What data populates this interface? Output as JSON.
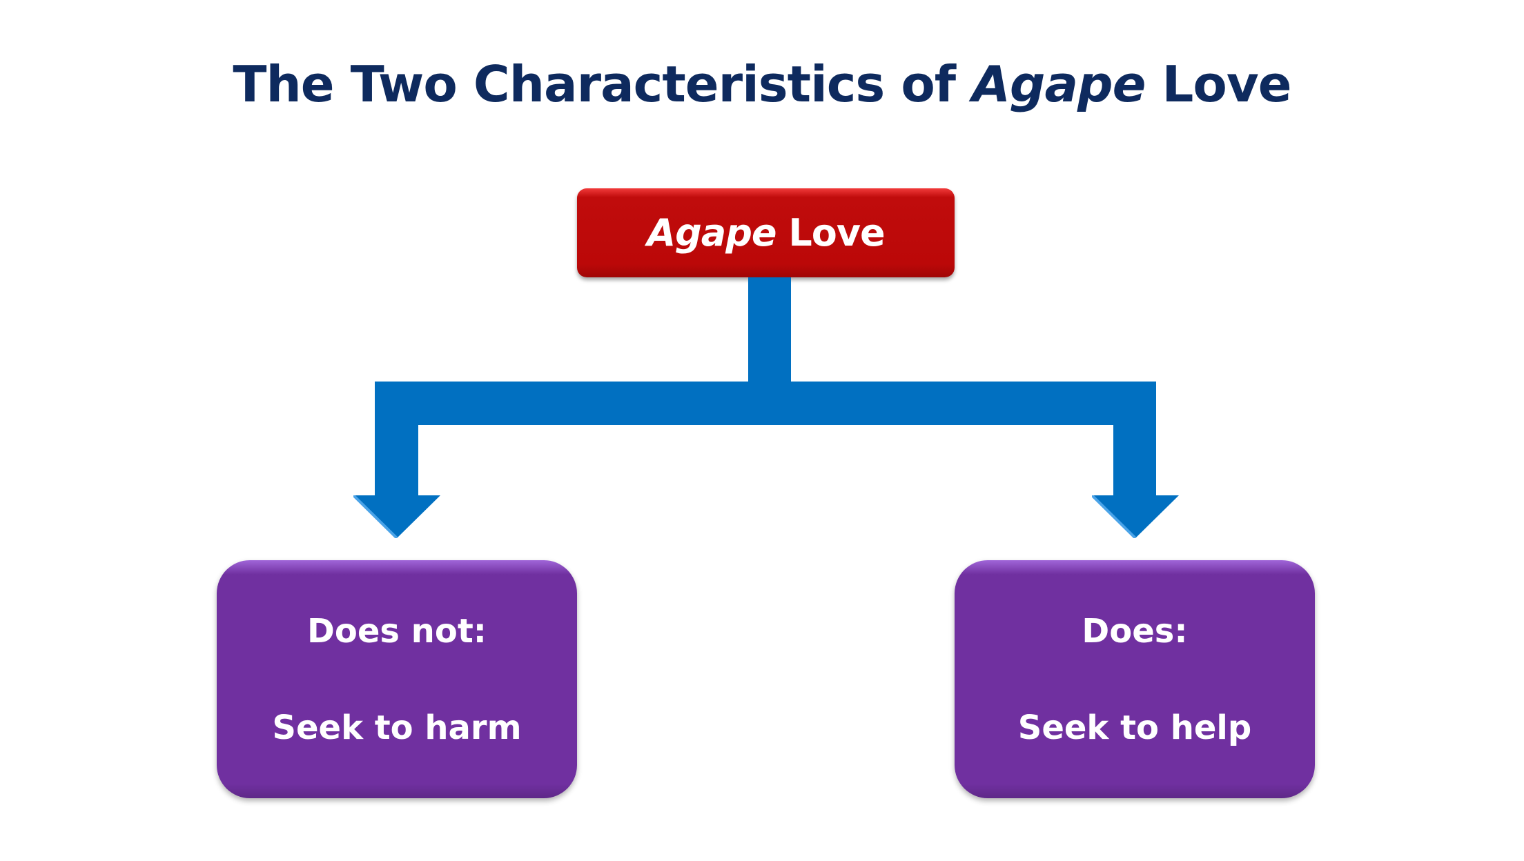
{
  "title": {
    "prefix": "The Two Characteristics of ",
    "italic": "Agape",
    "suffix": " Love"
  },
  "root": {
    "italic": "Agape",
    "suffix": " Love"
  },
  "branches": [
    {
      "heading": "Does not:",
      "text": "Seek to harm"
    },
    {
      "heading": "Does:",
      "text": "Seek to help"
    }
  ],
  "colors": {
    "title": "#0e2a5e",
    "root": "#bb0808",
    "connector": "#0170c1",
    "box": "#7030a0"
  }
}
